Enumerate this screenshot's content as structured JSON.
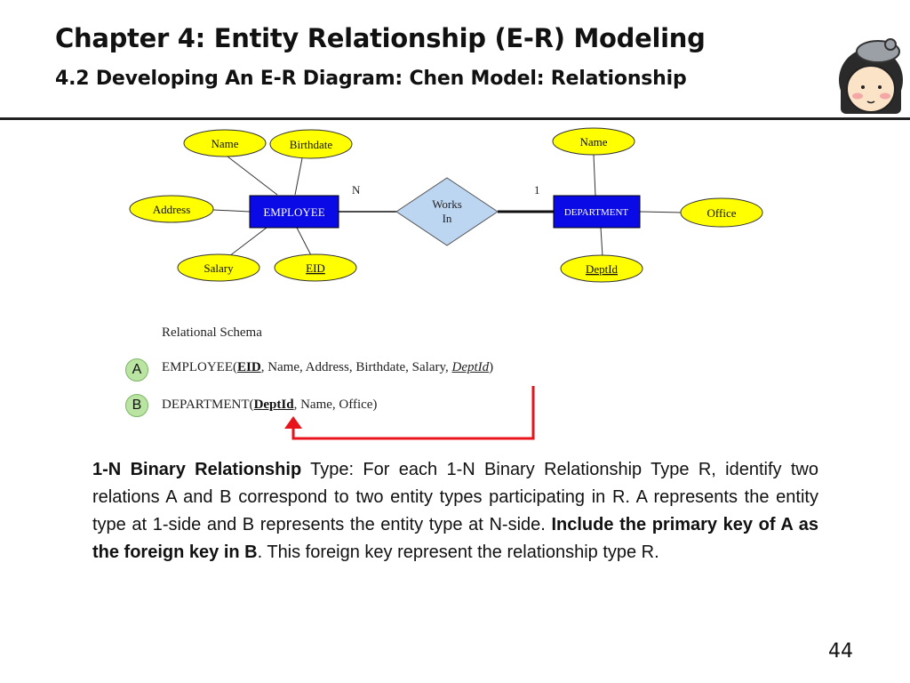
{
  "slide": {
    "title": "Chapter 4: Entity Relationship (E-R) Modeling",
    "subtitle": "4.2 Developing An E-R Diagram: Chen Model: Relationship",
    "page_number": "44"
  },
  "diagram": {
    "entities": [
      "EMPLOYEE",
      "DEPARTMENT"
    ],
    "relationship": {
      "line1": "Works",
      "line2": "In"
    },
    "cardinality": {
      "employee_side": "N",
      "department_side": "1"
    },
    "employee_attributes": [
      "Name",
      "Birthdate",
      "Address",
      "Salary",
      "EID"
    ],
    "department_attributes": [
      "Name",
      "Office",
      "DeptId"
    ],
    "colors": {
      "entity": "#0a0ae6",
      "attribute": "#ffff00",
      "relationship": "#bcd6f2",
      "arrow": "#e8141c"
    }
  },
  "schema": {
    "heading": "Relational Schema",
    "badge_a": "A",
    "badge_b": "B",
    "employee_prefix": "EMPLOYEE(",
    "employee_key": "EID",
    "employee_rest": ", Name, Address, Birthdate, Salary, ",
    "employee_fk": "DeptId",
    "employee_close": ")",
    "department_prefix": "DEPARTMENT(",
    "department_key": "DeptId",
    "department_rest": ", Name, Office)"
  },
  "explanation": {
    "lead": "1-N Binary Relationship",
    "text1": " Type: For each 1-N Binary Relationship Type R, identify two relations A and B correspond to two entity types participating in R. A represents the entity type at 1-side and B represents the entity type at N-side. ",
    "bold2": "Include the primary key of A as the foreign key in B",
    "text2": ". This foreign key represent the relationship type R."
  }
}
